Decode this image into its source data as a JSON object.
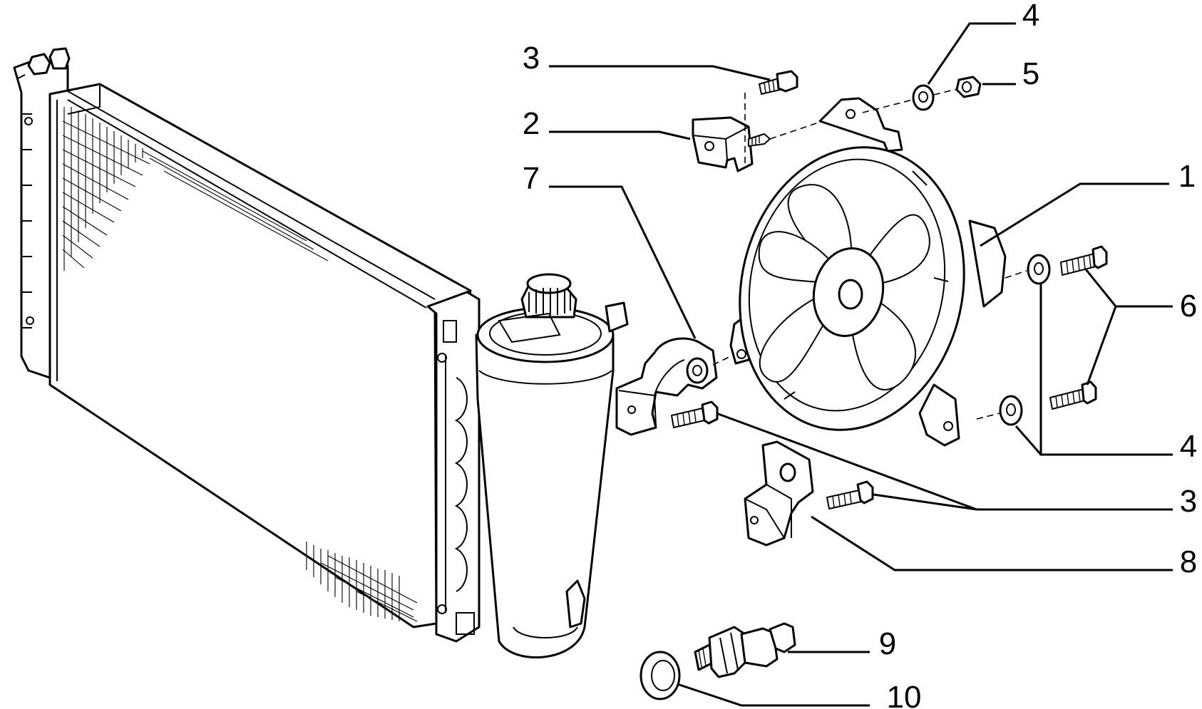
{
  "diagram": {
    "callouts": [
      {
        "id": "c1",
        "label": "1",
        "part": "electric-fan"
      },
      {
        "id": "c2",
        "label": "2",
        "part": "fan-bracket-upper"
      },
      {
        "id": "c3a",
        "label": "3",
        "part": "bolt"
      },
      {
        "id": "c3b",
        "label": "3",
        "part": "bolt"
      },
      {
        "id": "c4a",
        "label": "4",
        "part": "washer"
      },
      {
        "id": "c4b",
        "label": "4",
        "part": "washer"
      },
      {
        "id": "c5",
        "label": "5",
        "part": "nut"
      },
      {
        "id": "c6",
        "label": "6",
        "part": "screw"
      },
      {
        "id": "c7",
        "label": "7",
        "part": "fan-bracket-left"
      },
      {
        "id": "c8",
        "label": "8",
        "part": "fan-bracket-lower"
      },
      {
        "id": "c9",
        "label": "9",
        "part": "thermal-switch"
      },
      {
        "id": "c10",
        "label": "10",
        "part": "sealing-ring"
      }
    ]
  }
}
